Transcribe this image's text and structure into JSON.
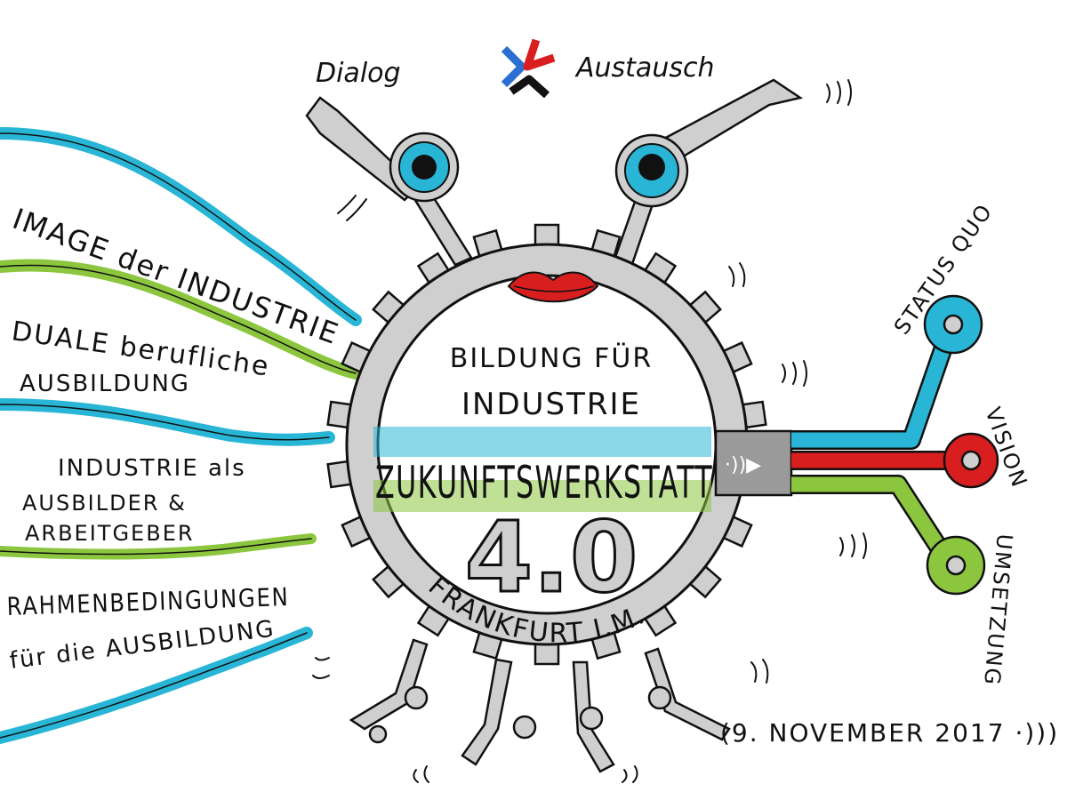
{
  "header": {
    "left_word": "Dialog",
    "right_word": "Austausch"
  },
  "colors": {
    "blue": "#29b6d6",
    "green": "#8cc63f",
    "red": "#d81e1e",
    "gear_gray": "#cfcfcf",
    "outline": "#111111"
  },
  "center": {
    "line1": "BILDUNG FÜR",
    "line2": "INDUSTRIE",
    "banner": "ZUKUNFTSWERKSTATT",
    "number": "4.0",
    "arc_text": "FRANKFURT I.M."
  },
  "topics": [
    {
      "line1": "IMAGE der INDUSTRIE",
      "line2": ""
    },
    {
      "line1": "DUALE berufliche",
      "line2": "AUSBILDUNG"
    },
    {
      "line1": "INDUSTRIE als",
      "line2": "AUSBILDER &",
      "line3": "ARBEITGEBER"
    },
    {
      "line1": "RAHMENBEDINGUNGEN",
      "line2": "für die AUSBILDUNG"
    }
  ],
  "outcomes": [
    {
      "label": "STATUS QUO",
      "color": "blue"
    },
    {
      "label": "VISION",
      "color": "red"
    },
    {
      "label": "UMSETZUNG",
      "color": "green"
    }
  ],
  "date": "(9. NOVEMBER 2017 ·)))"
}
